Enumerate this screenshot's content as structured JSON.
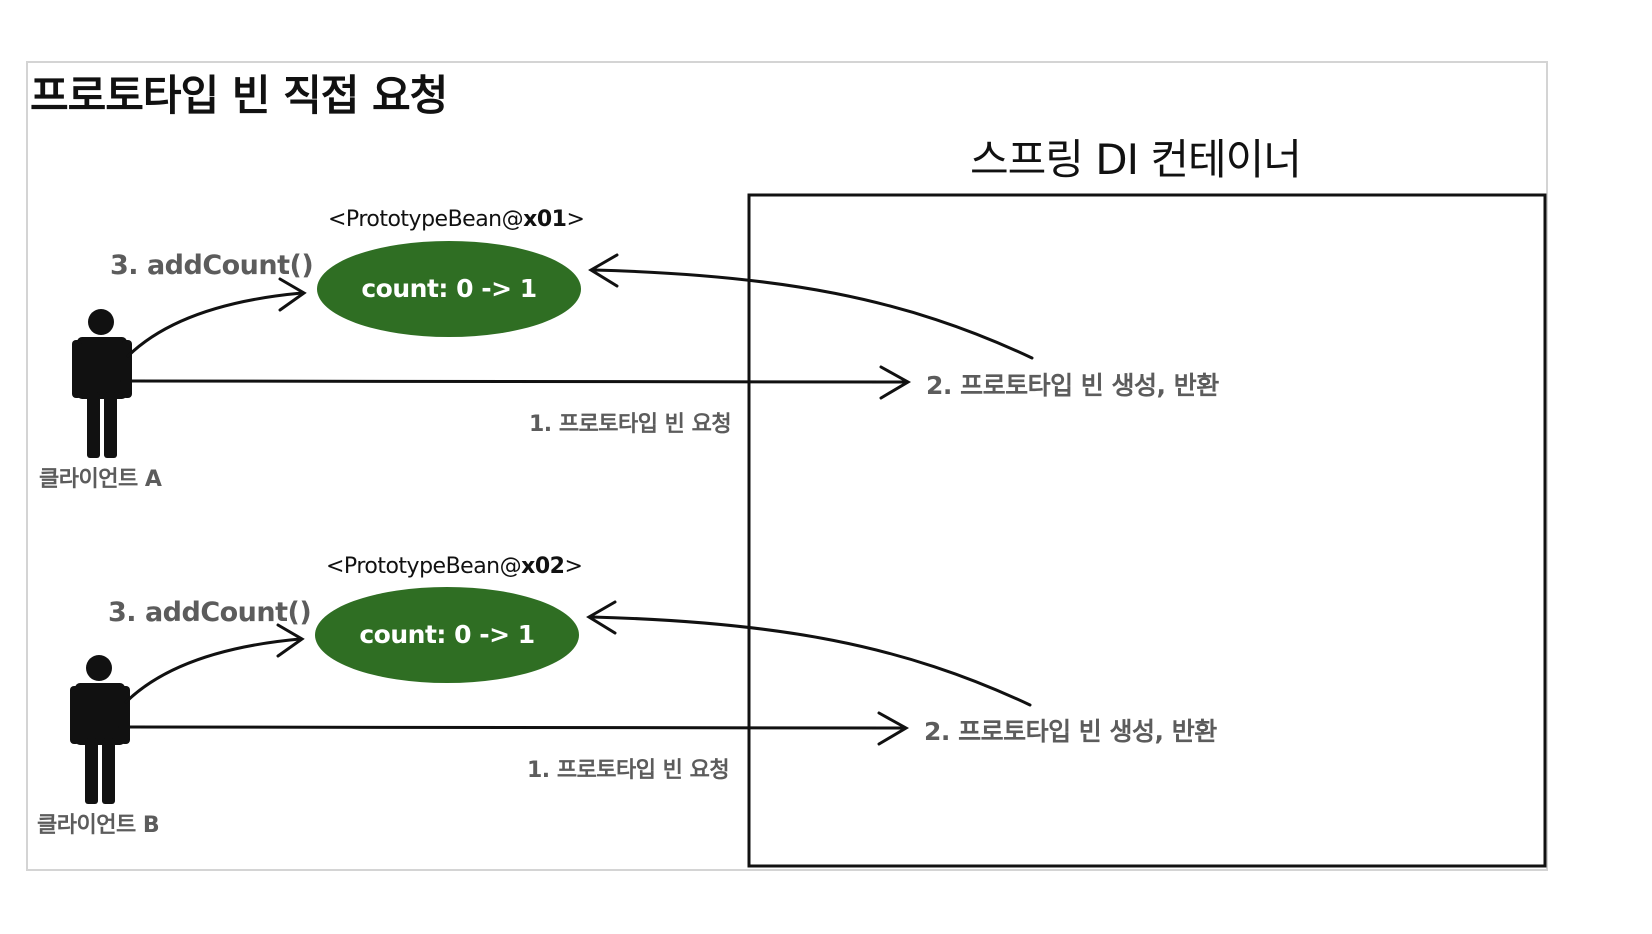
{
  "title": "프로토타입 빈 직접 요청",
  "container": {
    "title": "스프링 DI 컨테이너"
  },
  "colors": {
    "bean_fill": "#2f6e23",
    "text_gray": "#5c5c5c",
    "line": "#111111"
  },
  "flows": [
    {
      "client_label": "클라이언트 A",
      "bean_label_prefix": "<PrototypeBean@",
      "bean_label_id": "x01",
      "bean_label_suffix": ">",
      "bean_count": "count: 0 -> 1",
      "step1": "1. 프로토타입 빈 요청",
      "step2": "2. 프로토타입 빈 생성, 반환",
      "step3": "3. addCount()"
    },
    {
      "client_label": "클라이언트 B",
      "bean_label_prefix": "<PrototypeBean@",
      "bean_label_id": "x02",
      "bean_label_suffix": ">",
      "bean_count": "count: 0 -> 1",
      "step1": "1. 프로토타입 빈 요청",
      "step2": "2. 프로토타입 빈 생성, 반환",
      "step3": "3. addCount()"
    }
  ]
}
